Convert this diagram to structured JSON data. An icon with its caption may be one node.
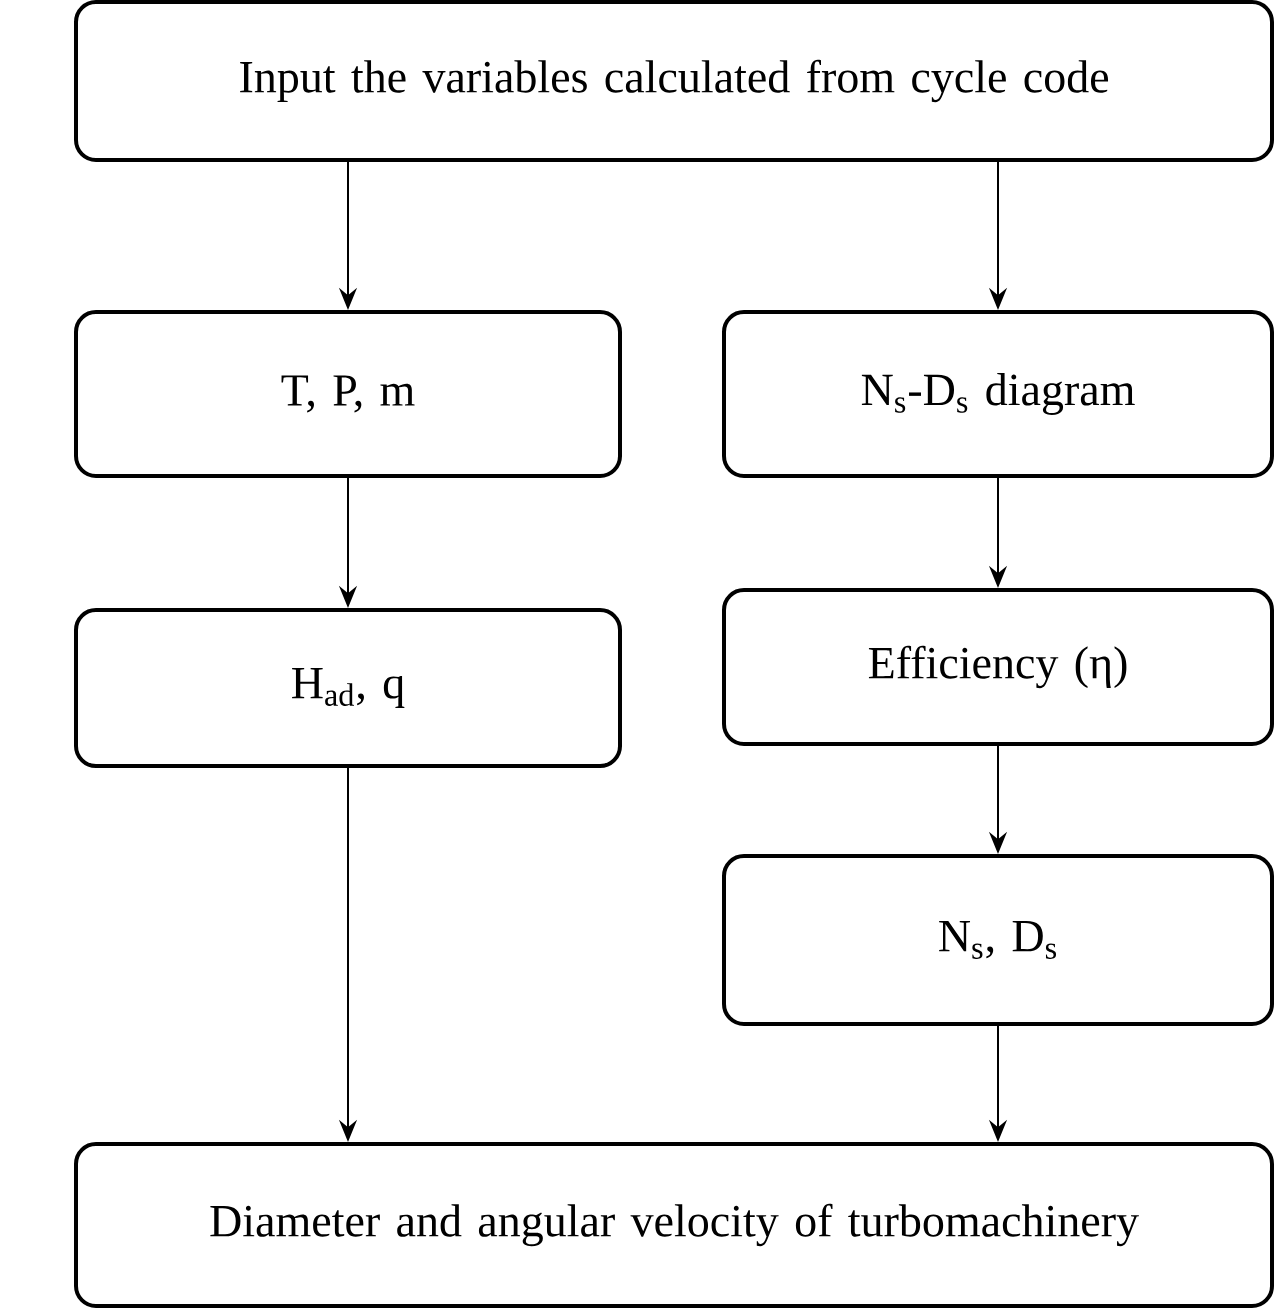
{
  "diagram": {
    "nodes": [
      {
        "text": [
          "Input the variables calculated from cycle code"
        ]
      },
      {
        "text": [
          "T, P, m"
        ]
      },
      {
        "text": [
          "N$_{s}$-D$_{s}$ diagram"
        ]
      },
      {
        "text": [
          "H$_{ad}$, q"
        ]
      },
      {
        "text": [
          "Efficiency (η)"
        ]
      },
      {
        "text": [
          "N$_{s}$, D$_{s}$"
        ]
      },
      {
        "text": [
          "Diameter and angular velocity of turbomachinery"
        ]
      }
    ],
    "edges": [
      {
        "from": 0,
        "to": 1,
        "arrow": "to"
      },
      {
        "from": 0,
        "to": 2,
        "arrow": "to"
      },
      {
        "from": 1,
        "to": 3,
        "arrow": "to"
      },
      {
        "from": 2,
        "to": 4,
        "arrow": "to"
      },
      {
        "from": 4,
        "to": 5,
        "arrow": "to"
      },
      {
        "from": 3,
        "to": 6,
        "arrow": "to"
      },
      {
        "from": 5,
        "to": 6,
        "arrow": "to"
      }
    ]
  }
}
